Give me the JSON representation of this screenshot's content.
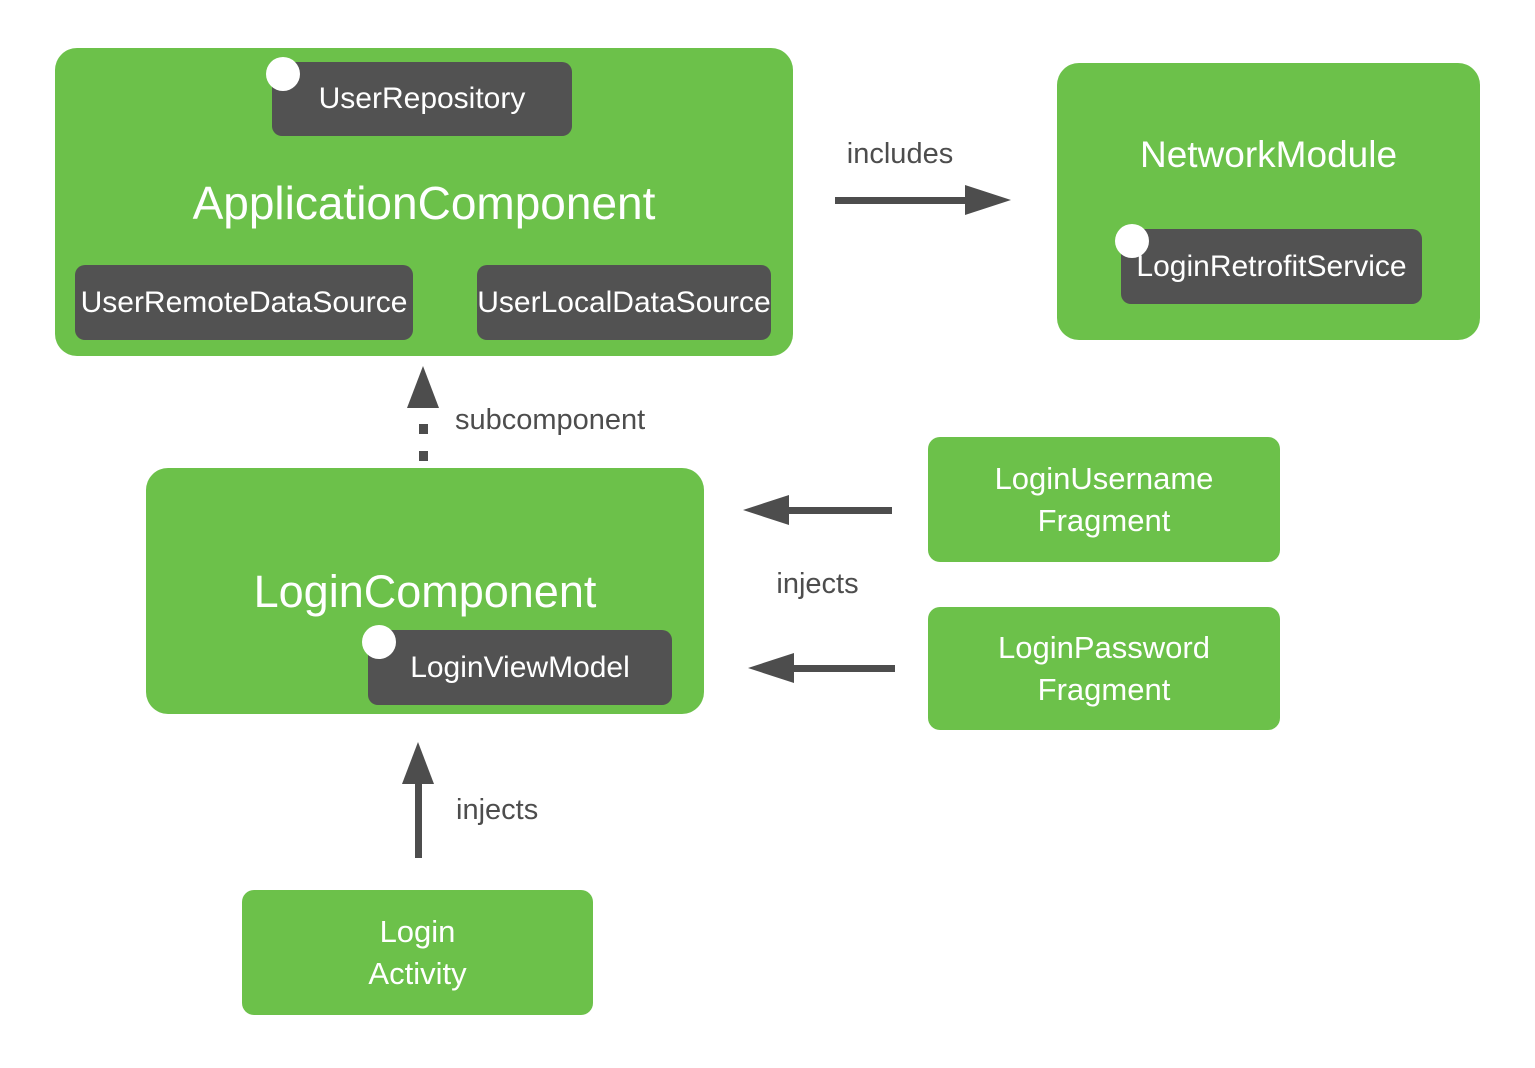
{
  "colors": {
    "green": "#6cc14a",
    "badge": "#525252",
    "arrow": "#4d4d4d",
    "label": "#4d4d4d"
  },
  "application_component": {
    "title": "ApplicationComponent",
    "top_badge": "UserRepository",
    "left_badge": "UserRemoteDataSource",
    "right_badge": "UserLocalDataSource"
  },
  "network_module": {
    "title": "NetworkModule",
    "badge": "LoginRetrofitService"
  },
  "login_component": {
    "title": "LoginComponent",
    "badge": "LoginViewModel"
  },
  "boxes": {
    "login_username_fragment": "LoginUsername\nFragment",
    "login_password_fragment": "LoginPassword\nFragment",
    "login_activity": "Login\nActivity"
  },
  "edge_labels": {
    "includes": "includes",
    "subcomponent": "subcomponent",
    "injects_fragments": "injects",
    "injects_activity": "injects"
  }
}
